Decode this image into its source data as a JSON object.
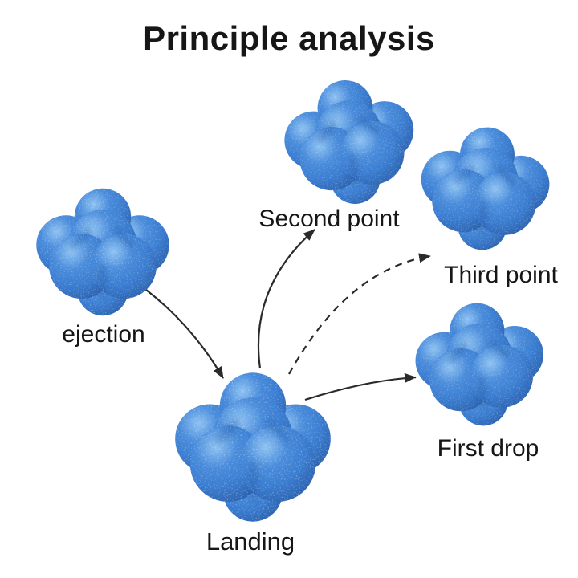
{
  "title": "Principle analysis",
  "diagram": {
    "stages": [
      {
        "id": "ejection",
        "label": "ejection"
      },
      {
        "id": "second-point",
        "label": "Second point"
      },
      {
        "id": "third-point",
        "label": "Third point"
      },
      {
        "id": "first-drop",
        "label": "First drop"
      },
      {
        "id": "landing",
        "label": "Landing"
      }
    ],
    "arrows": [
      {
        "from": "ejection",
        "to": "landing",
        "style": "solid"
      },
      {
        "from": "landing",
        "to": "second-point",
        "style": "solid"
      },
      {
        "from": "landing",
        "to": "third-point",
        "style": "dashed"
      },
      {
        "from": "landing",
        "to": "first-drop",
        "style": "solid"
      }
    ]
  },
  "colors": {
    "background": "#ffffff",
    "text": "#161616",
    "arrow": "#2a2a2a",
    "ball_highlight": "#8ec2f2",
    "ball_mid": "#4a8cdb",
    "ball_base": "#3a7cd0",
    "ball_dark": "#2a5ca6",
    "ball_speckle": "#dcefff",
    "ball_crease": "#1d4f97"
  }
}
